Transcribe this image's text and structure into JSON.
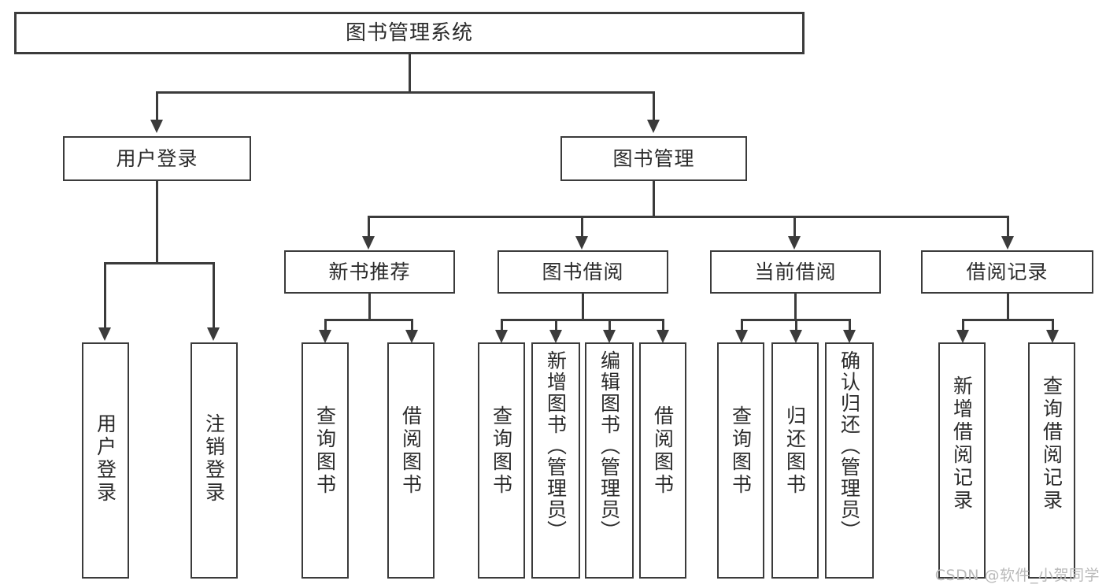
{
  "diagram": {
    "type": "tree",
    "title": "图书管理系统",
    "orientation": "top-down",
    "levels": 4,
    "root": {
      "id": "root",
      "label": "图书管理系统"
    },
    "level2": [
      {
        "id": "user-login",
        "label": "用户登录"
      },
      {
        "id": "book-manage",
        "label": "图书管理"
      }
    ],
    "level3": [
      {
        "id": "new-book-recommend",
        "label": "新书推荐",
        "parent": "book-manage"
      },
      {
        "id": "book-borrow",
        "label": "图书借阅",
        "parent": "book-manage"
      },
      {
        "id": "current-borrow",
        "label": "当前借阅",
        "parent": "book-manage"
      },
      {
        "id": "borrow-record",
        "label": "借阅记录",
        "parent": "book-manage"
      }
    ],
    "leaves": {
      "user_login": [
        {
          "id": "leaf-user-login",
          "label": "用户登录"
        },
        {
          "id": "leaf-logout",
          "label": "注销登录"
        }
      ],
      "new_book_recommend": [
        {
          "id": "leaf-query-book-1",
          "label": "查询图书"
        },
        {
          "id": "leaf-borrow-book-1",
          "label": "借阅图书"
        }
      ],
      "book_borrow": [
        {
          "id": "leaf-query-book-2",
          "label": "查询图书"
        },
        {
          "id": "leaf-add-book",
          "label": "新增图书（管理员）"
        },
        {
          "id": "leaf-edit-book",
          "label": "编辑图书（管理员）"
        },
        {
          "id": "leaf-borrow-book-2",
          "label": "借阅图书"
        }
      ],
      "current_borrow": [
        {
          "id": "leaf-query-book-3",
          "label": "查询图书"
        },
        {
          "id": "leaf-return-book",
          "label": "归还图书"
        },
        {
          "id": "leaf-confirm-return",
          "label": "确认归还（管理员）"
        }
      ],
      "borrow_record": [
        {
          "id": "leaf-add-record",
          "label": "新增借阅记录"
        },
        {
          "id": "leaf-query-record",
          "label": "查询借阅记录"
        }
      ]
    },
    "colors": {
      "border": "#3b3b3b",
      "text": "#2b2b2b",
      "background": "#ffffff",
      "watermark": "#b9b9b9"
    }
  },
  "watermark": {
    "text": "CSDN @软件_小贺同学"
  }
}
